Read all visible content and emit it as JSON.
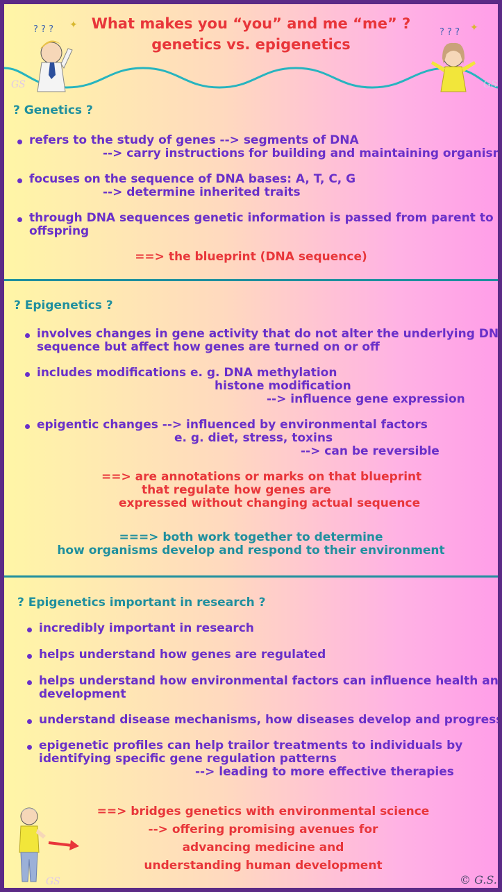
{
  "header": {
    "title_line1": "What makes you “you” and me “me” ?",
    "title_line2": "genetics vs. epigenetics"
  },
  "genetics": {
    "heading": "? Genetics ?",
    "b1_l1": "refers to the study of genes --> segments of DNA",
    "b1_l2": "--> carry instructions for building and maintaining organisms",
    "b2_l1": "focuses on the sequence of DNA bases: A, T, C, G",
    "b2_l2": "--> determine inherited traits",
    "b3_l1": "through DNA sequences genetic information is passed from parent to",
    "b3_l2": "offspring",
    "conclusion": "==> the blueprint (DNA sequence)"
  },
  "epigenetics": {
    "heading": "? Epigenetics ?",
    "b1_l1": "involves changes in gene activity that do not alter the underlying DNA",
    "b1_l2": "sequence but affect how genes are turned on or off",
    "b2_l1": "includes modifications e. g. DNA methylation",
    "b2_l2": "histone modification",
    "b2_l3": "--> influence gene expression",
    "b3_l1": "epigentic changes --> influenced by environmental factors",
    "b3_l2": "e. g. diet, stress, toxins",
    "b3_l3": "--> can be reversible",
    "conclusion_l1": "==> are annotations or marks on that blueprint",
    "conclusion_l2": "that regulate how genes are",
    "conclusion_l3": "expressed without changing actual sequence",
    "summary_l1": "===> both work together to determine",
    "summary_l2": "how organisms develop and respond to their environment"
  },
  "research": {
    "heading": "? Epigenetics important in research ?",
    "b1": "incredibly important in research",
    "b2": "helps understand how genes are regulated",
    "b3_l1": "helps understand how environmental factors can influence health and",
    "b3_l2": "development",
    "b4": "understand disease mechanisms, how diseases develop and progress",
    "b5_l1": "epigenetic profiles can help trailor treatments to individuals by",
    "b5_l2": "identifying specific gene regulation patterns",
    "b5_l3": "--> leading to more effective therapies",
    "conclusion_l1": "==> bridges genetics with environmental science",
    "conclusion_l2": "--> offering promising avenues for",
    "conclusion_l3": "advancing medicine and",
    "conclusion_l4": "understanding human development"
  },
  "footer": {
    "copyright": "© G.S.",
    "watermark": "GS"
  },
  "colors": {
    "title_red": "#e8363a",
    "heading_teal": "#1f8f9e",
    "body_purple": "#6a30c9",
    "frame": "#5b2a86"
  }
}
